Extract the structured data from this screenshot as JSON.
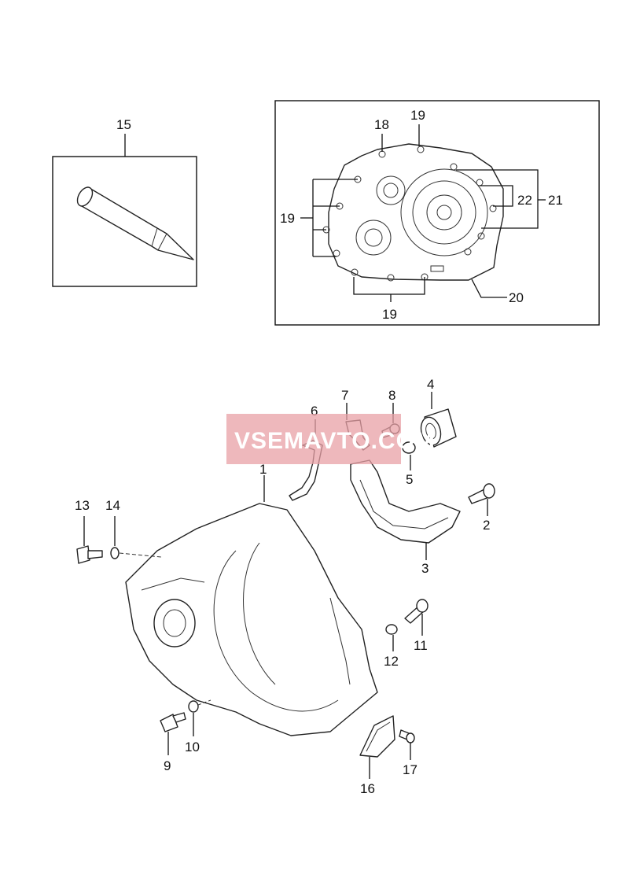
{
  "watermark": "VSEMAVTO.COM",
  "labels": {
    "l1": "1",
    "l2": "2",
    "l3": "3",
    "l4": "4",
    "l5": "5",
    "l6": "6",
    "l7": "7",
    "l8": "8",
    "l9": "9",
    "l10": "10",
    "l11": "11",
    "l12": "12",
    "l13": "13",
    "l14": "14",
    "l15": "15",
    "l16": "16",
    "l17": "17",
    "l18": "18",
    "l19a": "19",
    "l19b": "19",
    "l19c": "19",
    "l20": "20",
    "l21": "21",
    "l22": "22"
  },
  "colors": {
    "line": "#111111",
    "watermark": "#e8a0a6"
  }
}
